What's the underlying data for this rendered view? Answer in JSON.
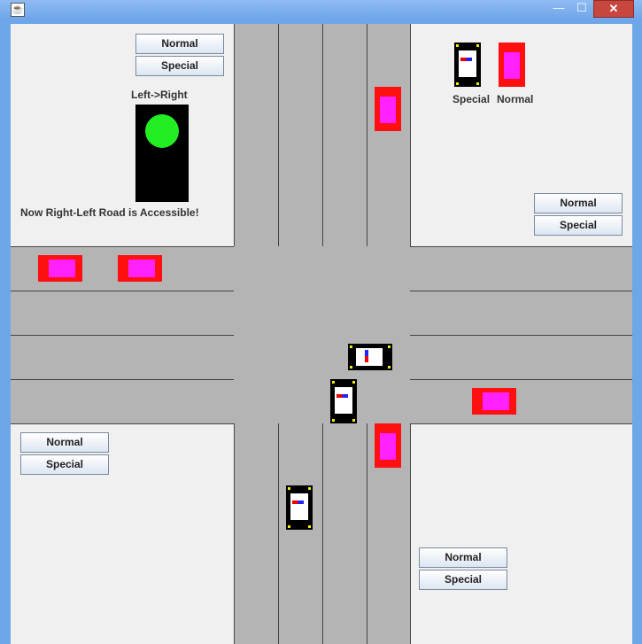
{
  "window": {
    "icon_glyph": "☕",
    "minimize_glyph": "—",
    "maximize_glyph": "☐",
    "close_glyph": "✕"
  },
  "panels": {
    "top_left": {
      "normal": "Normal",
      "special": "Special"
    },
    "top_right": {
      "normal": "Normal",
      "special": "Special"
    },
    "bottom_left": {
      "normal": "Normal",
      "special": "Special"
    },
    "bottom_right": {
      "normal": "Normal",
      "special": "Special"
    }
  },
  "signal": {
    "direction_label": "Left->Right",
    "status_text": "Now Right-Left Road is Accessible!",
    "lamp_color": "#22ee22"
  },
  "legend": {
    "special_label": "Special",
    "normal_label": "Normal"
  },
  "colors": {
    "road": "#b4b4b4",
    "normal_car_body": "#ff1010",
    "normal_car_top": "#ff22ff",
    "special_car_body": "#000000"
  }
}
